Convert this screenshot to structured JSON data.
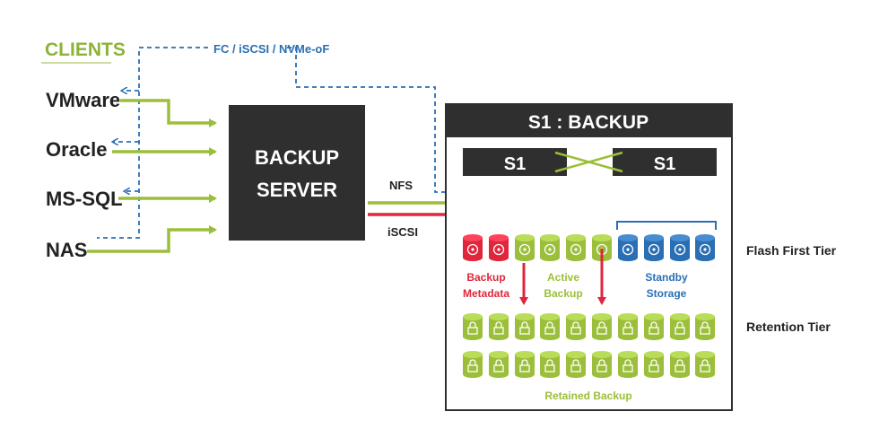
{
  "clients": {
    "title": "CLIENTS",
    "items": [
      {
        "label": "VMware"
      },
      {
        "label": "Oracle"
      },
      {
        "label": "MS-SQL"
      },
      {
        "label": "NAS"
      }
    ]
  },
  "protocol_label": "FC / iSCSI / NVMe-oF",
  "backup_server": {
    "line1": "BACKUP",
    "line2": "SERVER"
  },
  "links": {
    "nfs": "NFS",
    "iscsi": "iSCSI"
  },
  "appliance": {
    "title": "S1 : BACKUP",
    "node_left": "S1",
    "node_right": "S1",
    "groups": {
      "metadata": {
        "line1": "Backup",
        "line2": "Metadata"
      },
      "active": {
        "line1": "Active",
        "line2": "Backup"
      },
      "standby": {
        "line1": "Standby",
        "line2": "Storage"
      },
      "retained": "Retained Backup"
    }
  },
  "tiers": {
    "flash": "Flash First Tier",
    "retention": "Retention Tier"
  },
  "colors": {
    "green": "#9bbf3a",
    "blue": "#2a6fb3",
    "red": "#e0263c",
    "dark": "#2f2f2f",
    "title_green": "#8db33a"
  }
}
